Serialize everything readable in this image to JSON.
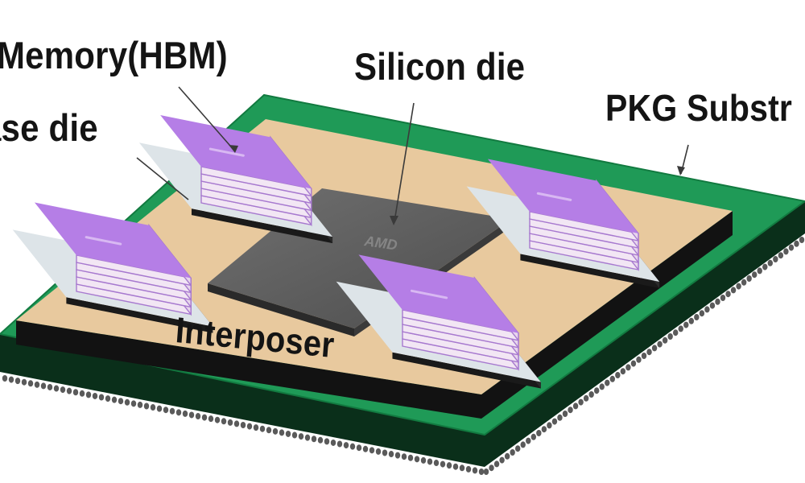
{
  "labels": {
    "memory": "Memory(HBM)",
    "base_die": "ase die",
    "silicon_die": "Silicon die",
    "pkg_substrate": "PKG Substr",
    "interposer": "Interposer"
  },
  "die_marking": "AMD",
  "colors": {
    "background": "#ffffff",
    "substrate_green": "#1f9a57",
    "substrate_dark": "#0a2f1a",
    "interposer": "#e8c99e",
    "interposer_edge": "#121212",
    "silicon_die": "#5b5b5b",
    "hbm_top": "#b57ee6",
    "hbm_layer": "#f2e6f4",
    "hbm_stripe": "#a779cf",
    "base_die": "#dde4e8",
    "text": "#141414"
  }
}
